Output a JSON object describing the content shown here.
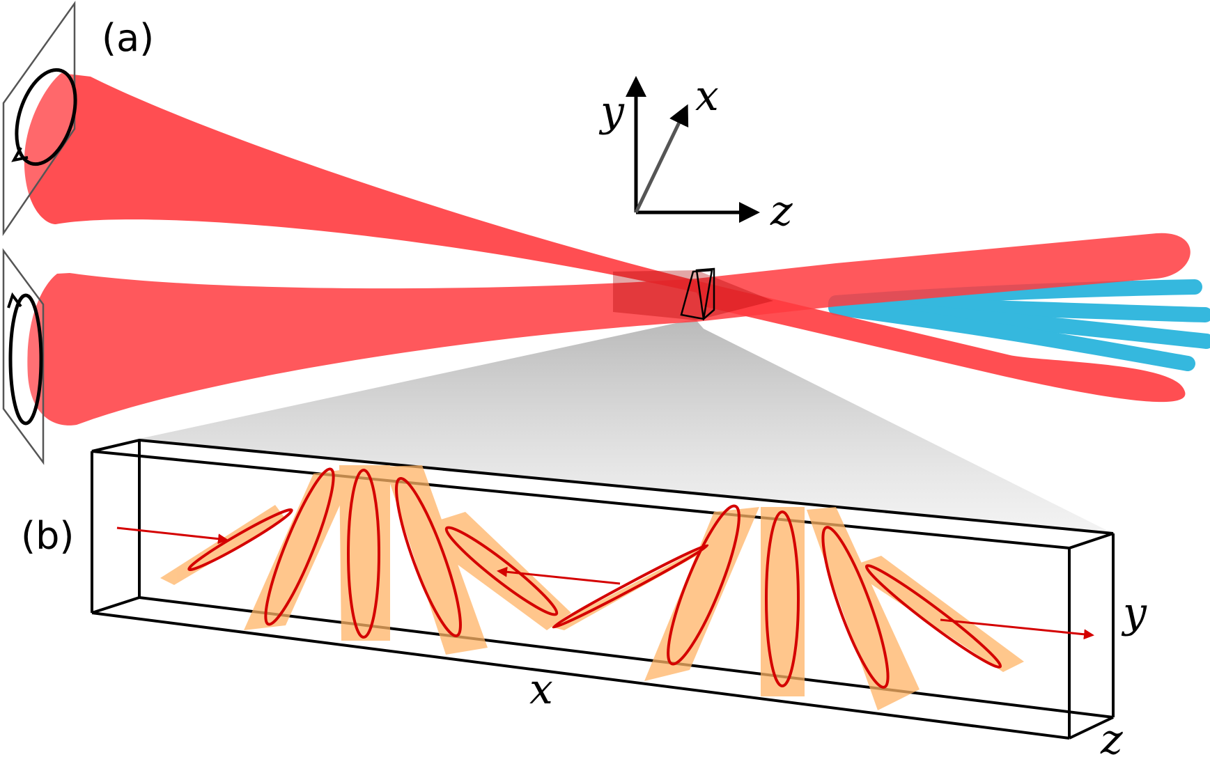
{
  "panels": {
    "a": "(a)",
    "b": "(b)"
  },
  "axes_top": {
    "x": "x",
    "y": "y",
    "z": "z"
  },
  "axes_bottom": {
    "x": "x",
    "y": "y",
    "z": "z"
  },
  "colors": {
    "beam": "#ff3b3f",
    "harmonic_beam": "#2bb5dd",
    "ellipse": "#d40000",
    "polarization_band": "#ffb466",
    "axis": "#000000",
    "axis_x_3d": "#555555"
  }
}
